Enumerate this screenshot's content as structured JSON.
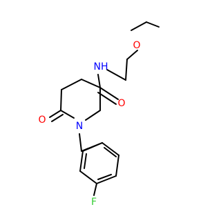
{
  "molecule": {
    "atoms": {
      "O": {
        "text": "O",
        "color": "#ff0000"
      },
      "N": {
        "text": "N",
        "color": "#0000ff"
      },
      "NH": {
        "text": "NH",
        "color": "#0000ff"
      },
      "F": {
        "text": "F",
        "color": "#33cc33"
      }
    },
    "bond_color": "#000000",
    "background": "#ffffff"
  }
}
